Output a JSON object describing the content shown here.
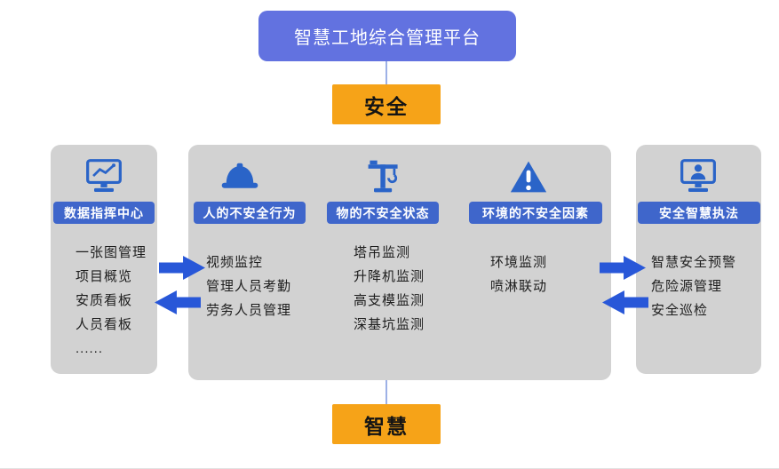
{
  "header": {
    "platform_title": "智慧工地综合管理平台",
    "top_tag": "安全",
    "bottom_tag": "智慧"
  },
  "left_panel": {
    "icon": "monitor-chart-icon",
    "title": "数据指挥中心",
    "items": [
      "一张图管理",
      "项目概览",
      "安质看板",
      "人员看板",
      "......"
    ]
  },
  "center_panel": {
    "col1": {
      "icon": "safety-helmet-icon",
      "title": "人的不安全行为",
      "items": [
        "视频监控",
        "管理人员考勤",
        "劳务人员管理"
      ]
    },
    "col2": {
      "icon": "tower-crane-icon",
      "title": "物的不安全状态",
      "items": [
        "塔吊监测",
        "升降机监测",
        "高支模监测",
        "深基坑监测"
      ]
    },
    "col3": {
      "icon": "warning-triangle-icon",
      "title": "环境的不安全因素",
      "items": [
        "环境监测",
        "喷淋联动"
      ]
    }
  },
  "right_panel": {
    "icon": "smart-enforcement-monitor-icon",
    "title": "安全智慧执法",
    "items": [
      "智慧安全预警",
      "危险源管理",
      "安全巡检"
    ]
  },
  "colors": {
    "platform_blue": "#6272e0",
    "tag_orange": "#f6a318",
    "panel_gray": "#d2d2d2",
    "badge_blue": "#3f66cb",
    "arrow_blue": "#2857d8",
    "icon_blue": "#2a64c8"
  }
}
